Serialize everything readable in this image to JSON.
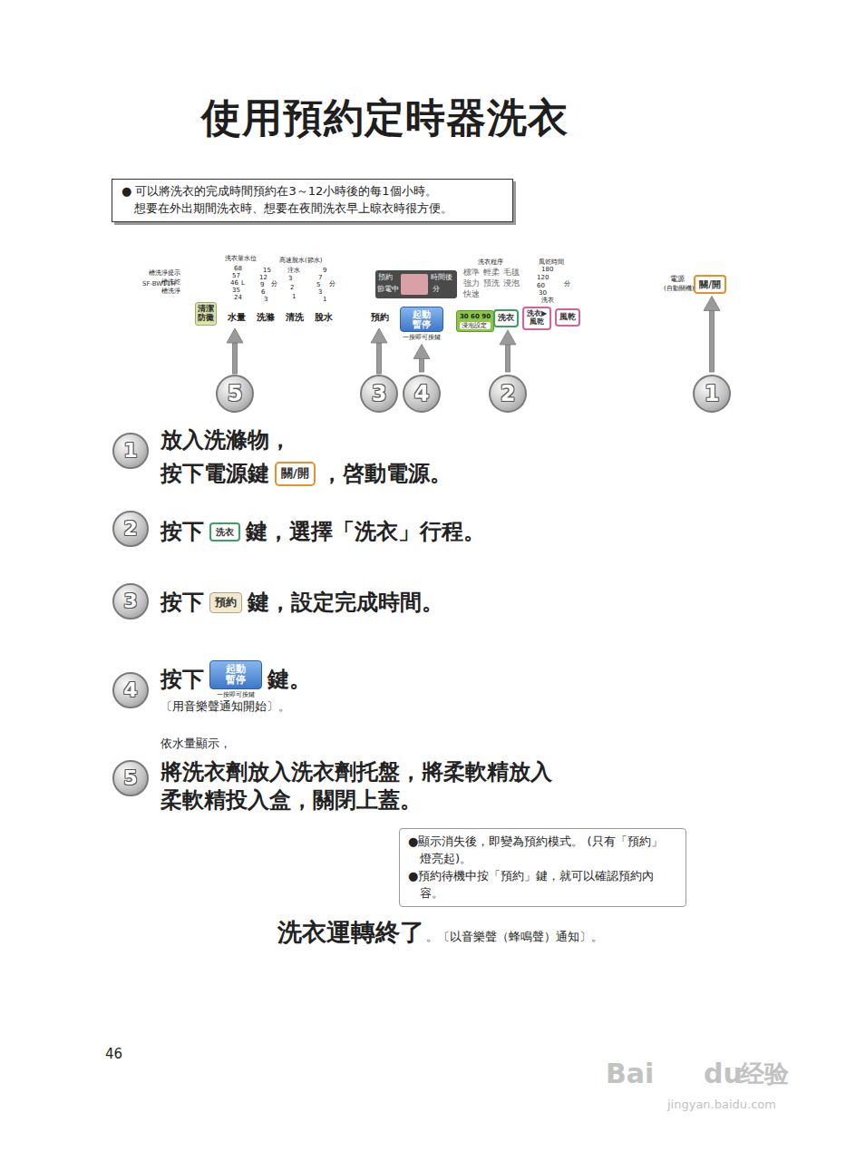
{
  "diagram": {
    "title": "使用預約定時器洗衣",
    "nodes": [
      {
        "text": [
          "● 可以將洗衣的完成時間預約在3～12小時後的每1個小時。 想要在外出期間洗衣時、想要在夜間洗衣早上晾衣時很方便。"
        ]
      },
      {
        "text": [
          "SF-BW11H"
        ]
      },
      {
        "text": [
          "清潔 防黴"
        ],
        "in": 1
      },
      {
        "text": [
          "預約",
          "節電中",
          "時間後",
          "分"
        ],
        "in": 1
      },
      {
        "text": [
          "起動 暫停",
          "一按即可按鍵"
        ],
        "in": 1
      },
      {
        "text": [
          "30 60 90",
          "浸泡設定"
        ],
        "in": 1
      },
      {
        "text": [
          "洗衣"
        ],
        "in": 1
      },
      {
        "text": [
          "洗衣▶ 風乾"
        ],
        "in": 1
      },
      {
        "text": [
          "風乾"
        ],
        "in": 1
      },
      {
        "text": [
          "關/開"
        ],
        "in": 1
      },
      {
        "text": [
          "5"
        ]
      },
      {
        "text": [
          "3"
        ]
      },
      {
        "text": [
          "4"
        ]
      },
      {
        "text": [
          "2"
        ]
      },
      {
        "text": [
          "1"
        ]
      },
      {
        "text": [
          "1"
        ]
      },
      {
        "text": [
          "關/開"
        ]
      },
      {
        "text": [
          "2"
        ]
      },
      {
        "text": [
          "洗衣"
        ]
      },
      {
        "text": [
          "3"
        ]
      },
      {
        "text": [
          "預約"
        ]
      },
      {
        "text": [
          "4"
        ]
      },
      {
        "text": [
          "起動 暫停",
          "一按即可按鍵"
        ]
      },
      {
        "text": [
          "5"
        ]
      },
      {
        "text": [
          "●顯示消失後，即變為預約模式。 (只有「預約」燈亮起)。",
          "●預約待機中按「預約」鍵，就可以確認預約內容。"
        ]
      }
    ],
    "edges": [
      {
        "from": 12,
        "to": 4,
        "arrow": "to"
      },
      {
        "from": 13,
        "to": 6,
        "arrow": "to"
      },
      {
        "from": 14,
        "to": 9,
        "arrow": "to"
      }
    ],
    "labels": [
      "槽洗淨提示",
      "槽洗乾",
      "槽洗淨",
      "洗衣量水位",
      "68",
      "57",
      "46",
      "35",
      "24",
      "L",
      "高速脫水(節水)",
      "15",
      "12",
      "9",
      "6",
      "3",
      "分",
      "注水",
      "3",
      "2",
      "1",
      "9",
      "7",
      "5",
      "3",
      "1",
      "分",
      "水量",
      "洗滌",
      "清洗",
      "脫水",
      "預約",
      "洗衣程序",
      "標準",
      "輕柔",
      "毛毯",
      "強力",
      "預洗",
      "浸泡",
      "快速",
      "風乾時間",
      "180",
      "120",
      "60",
      "30",
      "洗衣",
      "分",
      "電源",
      "(自動關機)",
      "放入洗滌物，",
      "按下電源鍵",
      "，啓動電源。",
      "按下",
      "鍵，選擇「洗衣」行程。",
      "按下",
      "鍵，設定完成時間。",
      "按下",
      "鍵。",
      "〔用音樂聲通知開始〕。",
      "依水量顯示，",
      "將洗衣劑放入洗衣劑托盤，將柔軟精放入 柔軟精投入盒，關閉上蓋。",
      "洗衣運轉終了",
      "。〔以音樂聲（蜂鳴聲）通知〕。",
      "46",
      "Bai",
      "du",
      "经验",
      "jingyan.baidu.com"
    ]
  }
}
